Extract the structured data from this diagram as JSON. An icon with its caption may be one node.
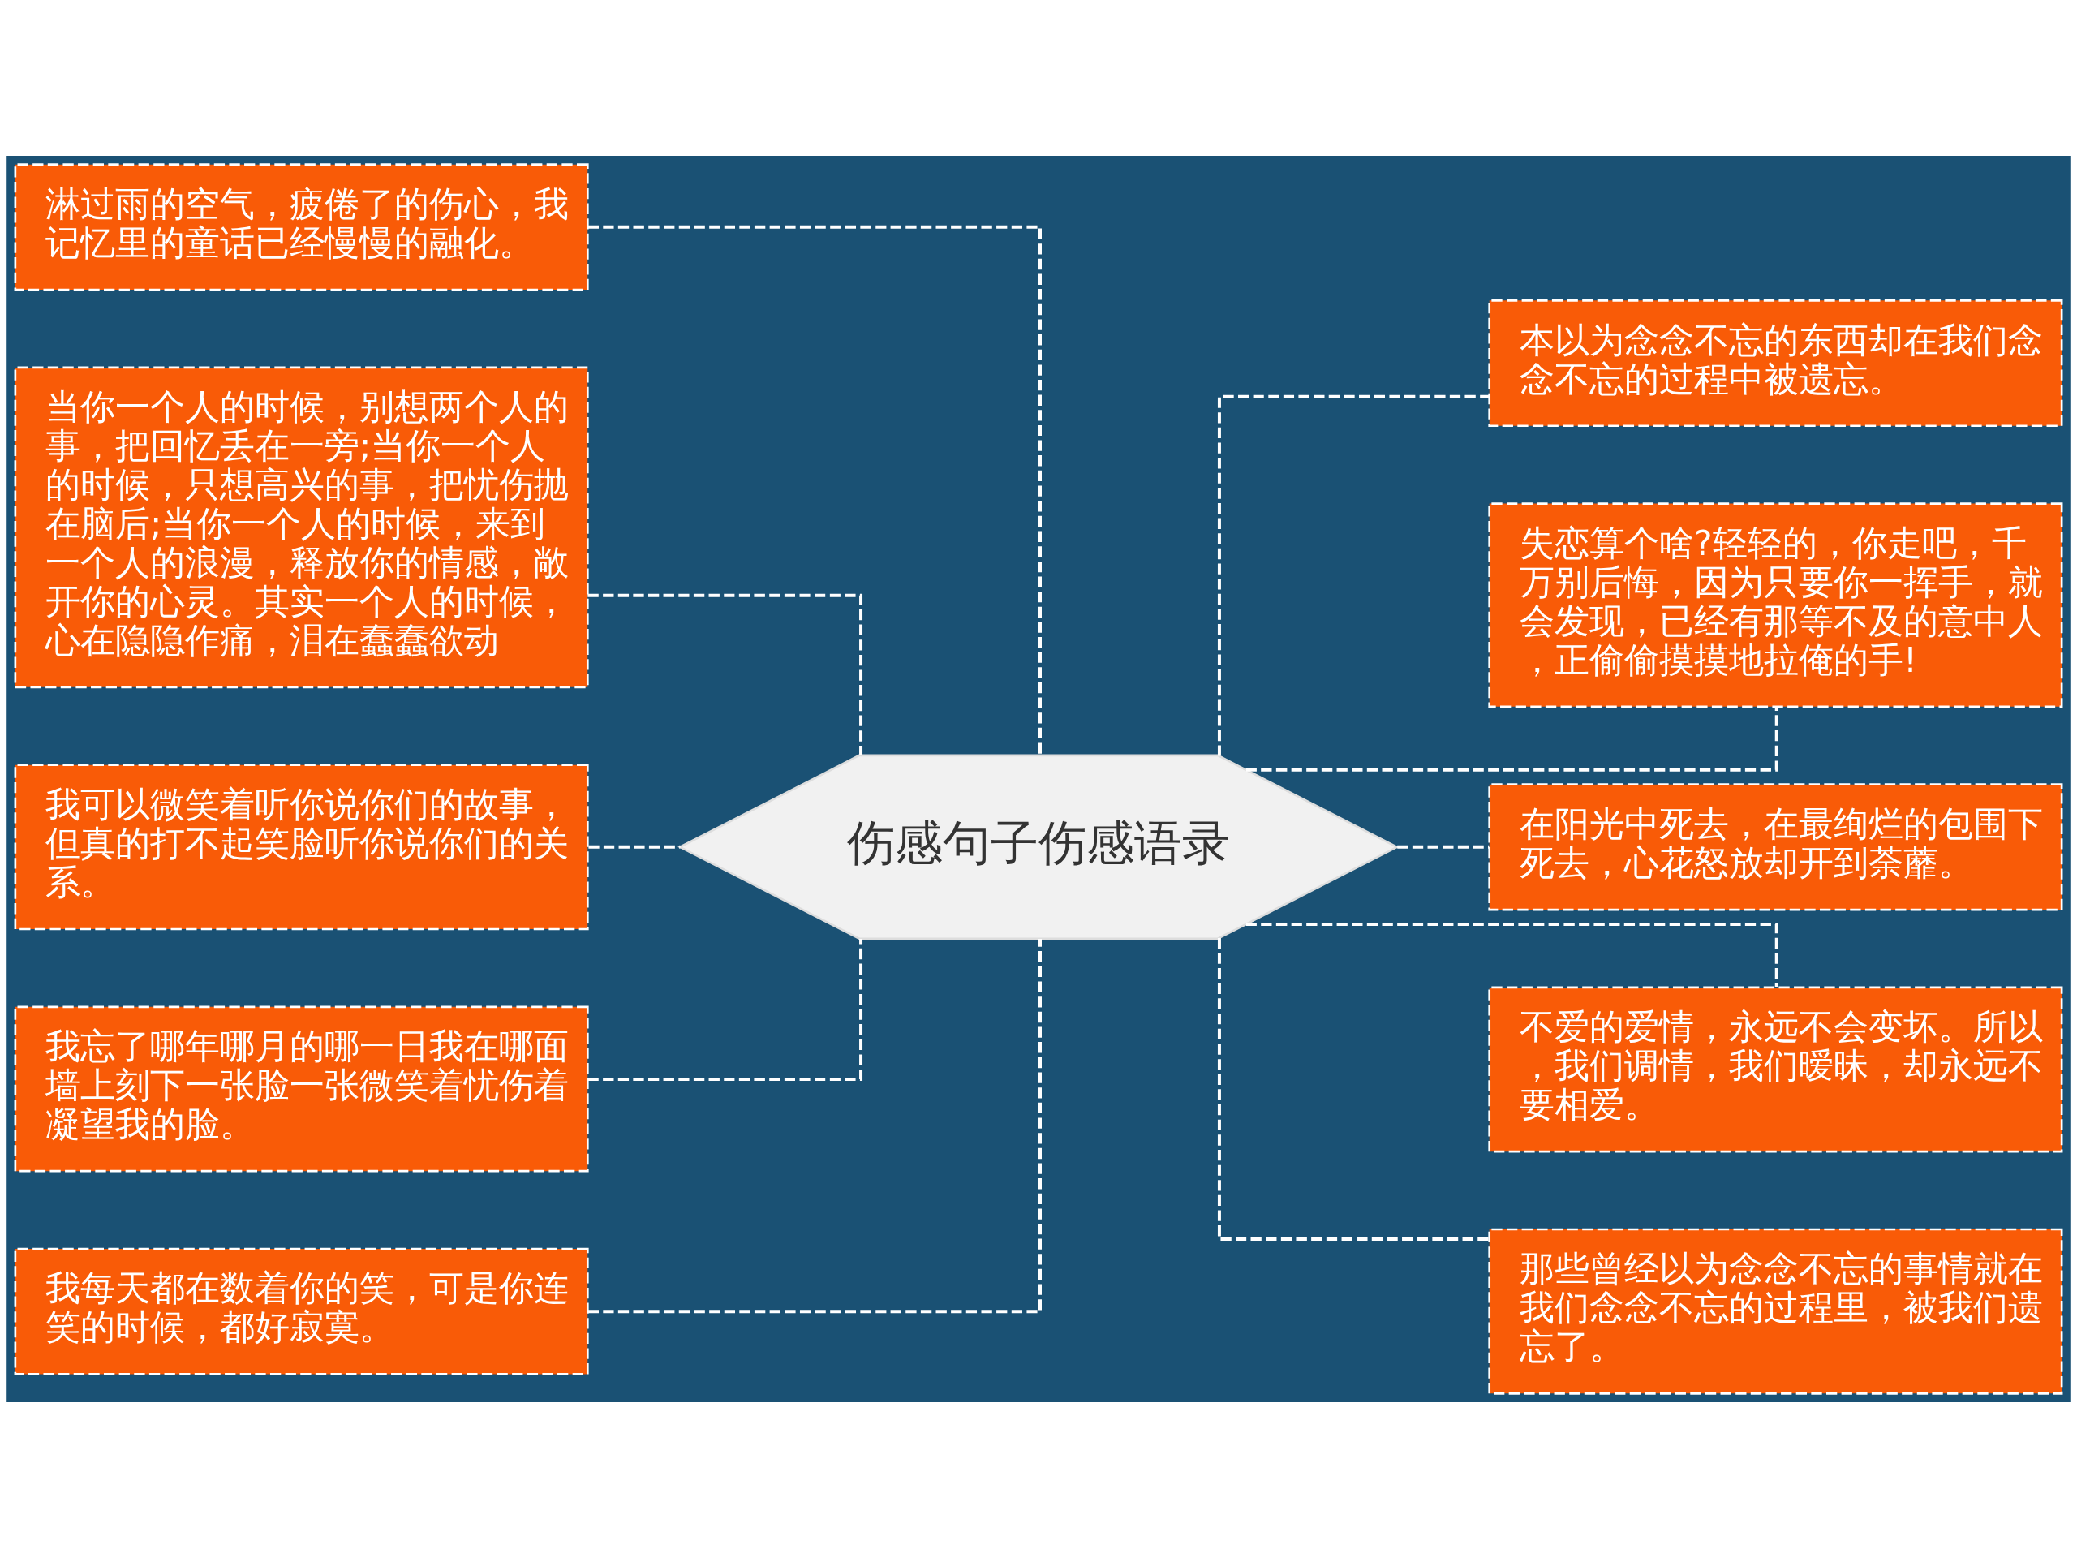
{
  "diagram": {
    "nodes": [
      {
        "text": [
          "伤感句子伤感语录"
        ]
      },
      {
        "text": [
          "淋过雨的空气，疲倦了的伤心，我记忆里的童话已经慢慢的融化。"
        ]
      },
      {
        "text": [
          "当你一个人的时候，别想两个人的事，把回忆丢在一旁;当你一个人的时候，只想高兴的事，把忧伤抛在脑后;当你一个人的时候，来到一个人的浪漫，释放你的情感，敞开你的心灵。其实一个人的时候，心在隐隐作痛，泪在蠢蠢欲动"
        ]
      },
      {
        "text": [
          "我可以微笑着听你说你们的故事，但真的打不起笑脸听你说你们的关系。"
        ]
      },
      {
        "text": [
          "我忘了哪年哪月的哪一日我在哪面墙上刻下一张脸一张微笑着忧伤着凝望我的脸。"
        ]
      },
      {
        "text": [
          "我每天都在数着你的笑，可是你连笑的时候，都好寂寞。"
        ]
      },
      {
        "text": [
          "本以为念念不忘的东西却在我们念念不忘的过程中被遗忘。"
        ]
      },
      {
        "text": [
          "失恋算个啥?轻轻的，你走吧，千万别后悔，因为只要你一挥手，就会发现，已经有那等不及的意中人，正偷偷摸摸地拉俺的手!"
        ]
      },
      {
        "text": [
          "在阳光中死去，在最绚烂的包围下死去，心花怒放却开到荼蘼。"
        ]
      },
      {
        "text": [
          "不爱的爱情，永远不会变坏。所以，我们调情，我们暧昧，却永远不要相爱。"
        ]
      },
      {
        "text": [
          "那些曾经以为念念不忘的事情就在我们念念不忘的过程里，被我们遗忘了。"
        ]
      }
    ],
    "edges": [
      {
        "from": 0,
        "to": 1,
        "arrow": "none",
        "style": "dashed"
      },
      {
        "from": 0,
        "to": 2,
        "arrow": "none",
        "style": "dashed"
      },
      {
        "from": 0,
        "to": 3,
        "arrow": "none",
        "style": "dashed"
      },
      {
        "from": 0,
        "to": 4,
        "arrow": "none",
        "style": "dashed"
      },
      {
        "from": 0,
        "to": 5,
        "arrow": "none",
        "style": "dashed"
      },
      {
        "from": 0,
        "to": 6,
        "arrow": "none",
        "style": "dashed"
      },
      {
        "from": 0,
        "to": 7,
        "arrow": "none",
        "style": "dashed"
      },
      {
        "from": 0,
        "to": 8,
        "arrow": "none",
        "style": "dashed"
      },
      {
        "from": 0,
        "to": 9,
        "arrow": "none",
        "style": "dashed"
      },
      {
        "from": 0,
        "to": 10,
        "arrow": "none",
        "style": "dashed"
      }
    ]
  }
}
